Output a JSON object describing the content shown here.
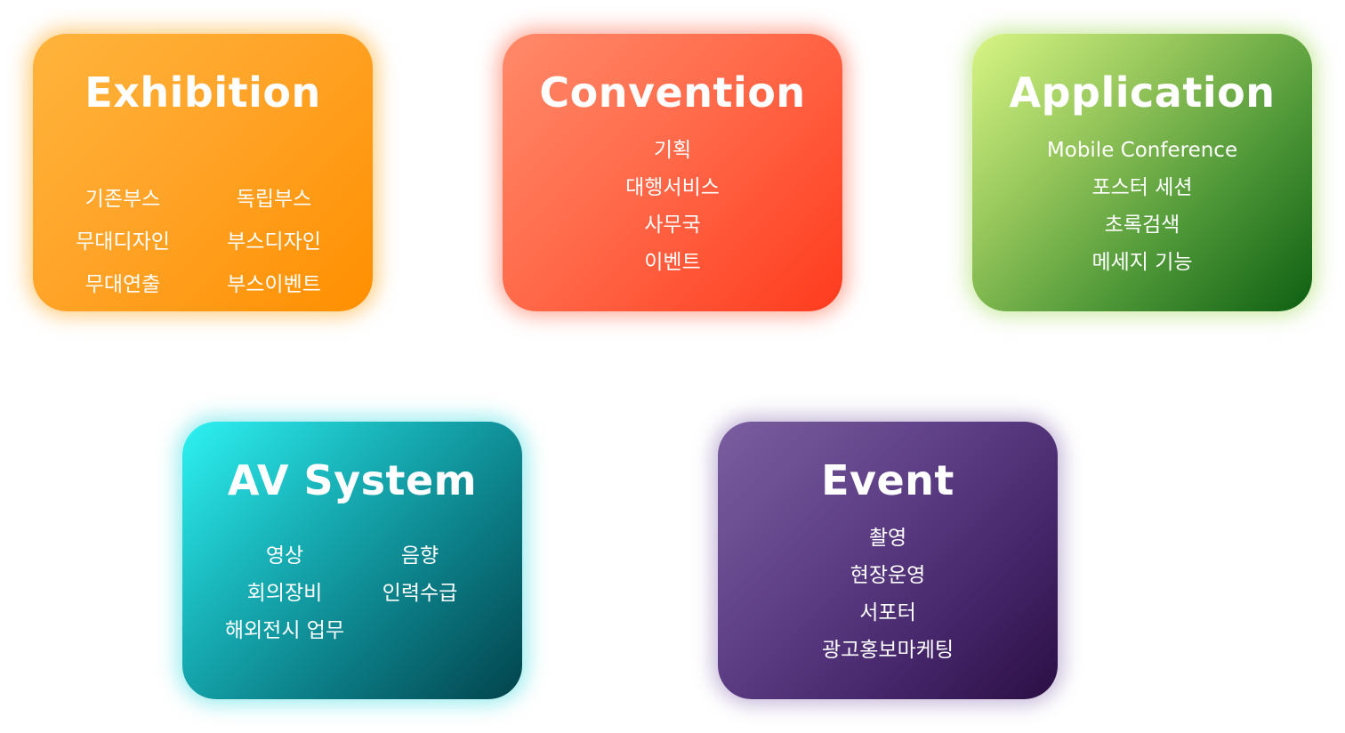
{
  "cards": {
    "exhibition": {
      "title": "Exhibition",
      "items": [
        "기존부스",
        "독립부스",
        "무대디자인",
        "부스디자인",
        "무대연출",
        "부스이벤트"
      ]
    },
    "convention": {
      "title": "Convention",
      "items": [
        "기획",
        "대행서비스",
        "사무국",
        "이벤트"
      ]
    },
    "application": {
      "title": "Application",
      "items": [
        "Mobile Conference",
        "포스터 세션",
        "초록검색",
        "메세지 기능"
      ]
    },
    "av_system": {
      "title": "AV System",
      "items": [
        "영상",
        "음향",
        "회의장비",
        "인력수급",
        "해외전시 업무"
      ]
    },
    "event": {
      "title": "Event",
      "items": [
        "촬영",
        "현장운영",
        "서포터",
        "광고홍보마케팅"
      ]
    }
  },
  "colors": {
    "exhibition": "#ffa428",
    "convention": "#ff5a3a",
    "application": "#5a9a3a",
    "av_system": "#0f8f96",
    "event": "#563678",
    "text": "#ffffff"
  }
}
